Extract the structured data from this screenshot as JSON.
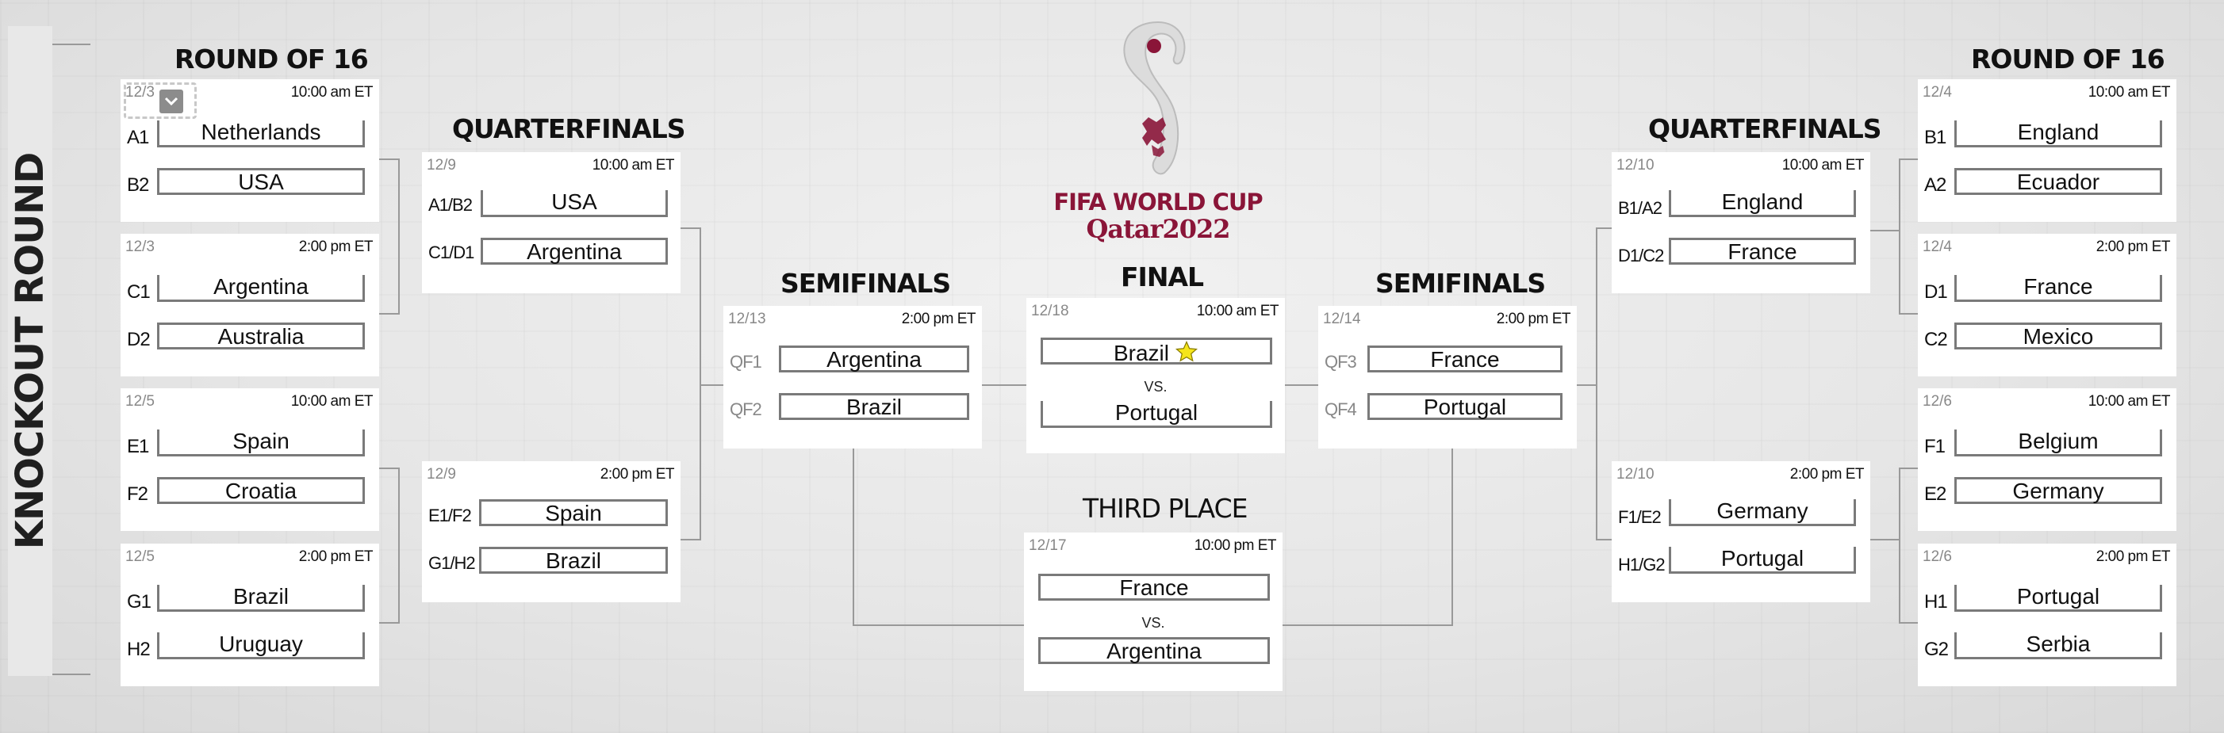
{
  "side_label": "KNOCKOUT ROUND",
  "titles": {
    "r16_left": "ROUND OF 16",
    "qf_left": "QUARTERFINALS",
    "sf_left": "SEMIFINALS",
    "final": "FINAL",
    "third": "THIRD PLACE",
    "sf_right": "SEMIFINALS",
    "qf_right": "QUARTERFINALS",
    "r16_right": "ROUND OF 16"
  },
  "logo": {
    "line1": "FIFA WORLD CUP",
    "line2": "Qatar2022"
  },
  "colors": {
    "brand": "#8a1538",
    "line": "#999999",
    "star": "#f5e51b"
  },
  "r16_left": [
    {
      "date": "12/3",
      "time": "10:00 am ET",
      "s1": "A1",
      "t1": "Netherlands",
      "s2": "B2",
      "t2": "USA"
    },
    {
      "date": "12/3",
      "time": "2:00 pm ET",
      "s1": "C1",
      "t1": "Argentina",
      "s2": "D2",
      "t2": "Australia"
    },
    {
      "date": "12/5",
      "time": "10:00 am ET",
      "s1": "E1",
      "t1": "Spain",
      "s2": "F2",
      "t2": "Croatia"
    },
    {
      "date": "12/5",
      "time": "2:00 pm ET",
      "s1": "G1",
      "t1": "Brazil",
      "s2": "H2",
      "t2": "Uruguay"
    }
  ],
  "qf_left": [
    {
      "date": "12/9",
      "time": "10:00 am ET",
      "s1": "A1/B2",
      "t1": "USA",
      "s2": "C1/D1",
      "t2": "Argentina"
    },
    {
      "date": "12/9",
      "time": "2:00 pm ET",
      "s1": "E1/F2",
      "t1": "Spain",
      "s2": "G1/H2",
      "t2": "Brazil"
    }
  ],
  "sf_left": {
    "date": "12/13",
    "time": "2:00 pm ET",
    "s1": "QF1",
    "t1": "Argentina",
    "s2": "QF2",
    "t2": "Brazil"
  },
  "final": {
    "date": "12/18",
    "time": "10:00 am ET",
    "t1": "Brazil",
    "vs": "VS.",
    "t2": "Portugal"
  },
  "third": {
    "date": "12/17",
    "time": "10:00 pm ET",
    "t1": "France",
    "vs": "VS.",
    "t2": "Argentina"
  },
  "sf_right": {
    "date": "12/14",
    "time": "2:00 pm ET",
    "s1": "QF3",
    "t1": "France",
    "s2": "QF4",
    "t2": "Portugal"
  },
  "qf_right": [
    {
      "date": "12/10",
      "time": "10:00 am ET",
      "s1": "B1/A2",
      "t1": "England",
      "s2": "D1/C2",
      "t2": "France"
    },
    {
      "date": "12/10",
      "time": "2:00 pm ET",
      "s1": "F1/E2",
      "t1": "Germany",
      "s2": "H1/G2",
      "t2": "Portugal"
    }
  ],
  "r16_right": [
    {
      "date": "12/4",
      "time": "10:00 am ET",
      "s1": "B1",
      "t1": "England",
      "s2": "A2",
      "t2": "Ecuador"
    },
    {
      "date": "12/4",
      "time": "2:00 pm ET",
      "s1": "D1",
      "t1": "France",
      "s2": "C2",
      "t2": "Mexico"
    },
    {
      "date": "12/6",
      "time": "10:00 am ET",
      "s1": "F1",
      "t1": "Belgium",
      "s2": "E2",
      "t2": "Germany"
    },
    {
      "date": "12/6",
      "time": "2:00 pm ET",
      "s1": "H1",
      "t1": "Portugal",
      "s2": "G2",
      "t2": "Serbia"
    }
  ]
}
